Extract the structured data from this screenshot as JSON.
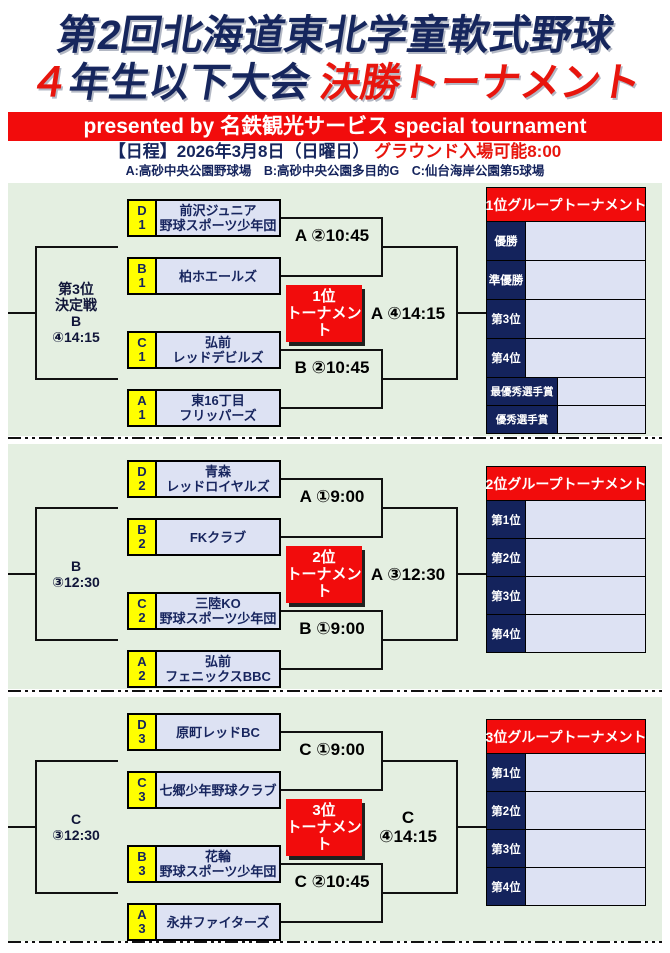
{
  "header": {
    "title_line1": "第2回北海道東北学童軟式野球",
    "title_line2_num": "４",
    "title_line2_blue": "年生以下大会 ",
    "title_line2_red": "決勝トーナメント",
    "presented_bar": "presented by 名鉄観光サービス special tournament",
    "schedule_label": "【日程】2026年3月8日（日曜日） ",
    "schedule_note": "グラウンド入場可能8:00",
    "venues": "A:高砂中央公園野球場　B:高砂中央公園多目的G　C:仙台海岸公園第5球場"
  },
  "colors": {
    "navy": "#14235c",
    "red": "#f20c0c",
    "yellow": "#ffff00",
    "green_bg": "#e4efe1",
    "lavender": "#dde2f3",
    "line": "#111111"
  },
  "brackets": [
    {
      "group": "1",
      "side_label_lines": [
        "第3位",
        "決定戦",
        "B",
        "④14:15"
      ],
      "teams": [
        {
          "seed_letter": "D",
          "seed_number": "1",
          "name_lines": [
            "前沢ジュニア",
            "野球スポーツ少年団"
          ]
        },
        {
          "seed_letter": "B",
          "seed_number": "1",
          "name_lines": [
            "柏ホエールズ"
          ]
        },
        {
          "seed_letter": "C",
          "seed_number": "1",
          "name_lines": [
            "弘前",
            "レッドデビルズ"
          ]
        },
        {
          "seed_letter": "A",
          "seed_number": "1",
          "name_lines": [
            "東16丁目",
            "フリッパーズ"
          ]
        }
      ],
      "match1_label": "A ②10:45",
      "match2_label": "B ②10:45",
      "final_label_lines": [
        "A ④14:15"
      ],
      "box_lines": [
        "1位",
        "トーナメント"
      ],
      "panel": {
        "title": "1位グループトーナメント",
        "rows": [
          "優勝",
          "準優勝",
          "第3位",
          "第4位"
        ],
        "award_rows": [
          "最優秀選手賞",
          "優秀選手賞"
        ]
      }
    },
    {
      "group": "2",
      "side_label_lines": [
        "B",
        "③12:30"
      ],
      "teams": [
        {
          "seed_letter": "D",
          "seed_number": "2",
          "name_lines": [
            "青森",
            "レッドロイヤルズ"
          ]
        },
        {
          "seed_letter": "B",
          "seed_number": "2",
          "name_lines": [
            "FKクラブ"
          ]
        },
        {
          "seed_letter": "C",
          "seed_number": "2",
          "name_lines": [
            "三陸KO",
            "野球スポーツ少年団"
          ]
        },
        {
          "seed_letter": "A",
          "seed_number": "2",
          "name_lines": [
            "弘前",
            "フェニックスBBC"
          ]
        }
      ],
      "match1_label": "A ①9:00",
      "match2_label": "B ①9:00",
      "final_label_lines": [
        "A ③12:30"
      ],
      "box_lines": [
        "2位",
        "トーナメント"
      ],
      "panel": {
        "title": "2位グループトーナメント",
        "rows": [
          "第1位",
          "第2位",
          "第3位",
          "第4位"
        ]
      }
    },
    {
      "group": "3",
      "side_label_lines": [
        "C",
        "③12:30"
      ],
      "teams": [
        {
          "seed_letter": "D",
          "seed_number": "3",
          "name_lines": [
            "原町レッドBC"
          ]
        },
        {
          "seed_letter": "C",
          "seed_number": "3",
          "name_lines": [
            "七郷少年野球クラブ"
          ]
        },
        {
          "seed_letter": "B",
          "seed_number": "3",
          "name_lines": [
            "花輪",
            "野球スポーツ少年団"
          ]
        },
        {
          "seed_letter": "A",
          "seed_number": "3",
          "name_lines": [
            "永井ファイターズ"
          ]
        }
      ],
      "match1_label": "C ①9:00",
      "match2_label": "C ②10:45",
      "final_label_lines": [
        "C",
        "④14:15"
      ],
      "box_lines": [
        "3位",
        "トーナメント"
      ],
      "panel": {
        "title": "3位グループトーナメント",
        "rows": [
          "第1位",
          "第2位",
          "第3位",
          "第4位"
        ]
      }
    }
  ]
}
